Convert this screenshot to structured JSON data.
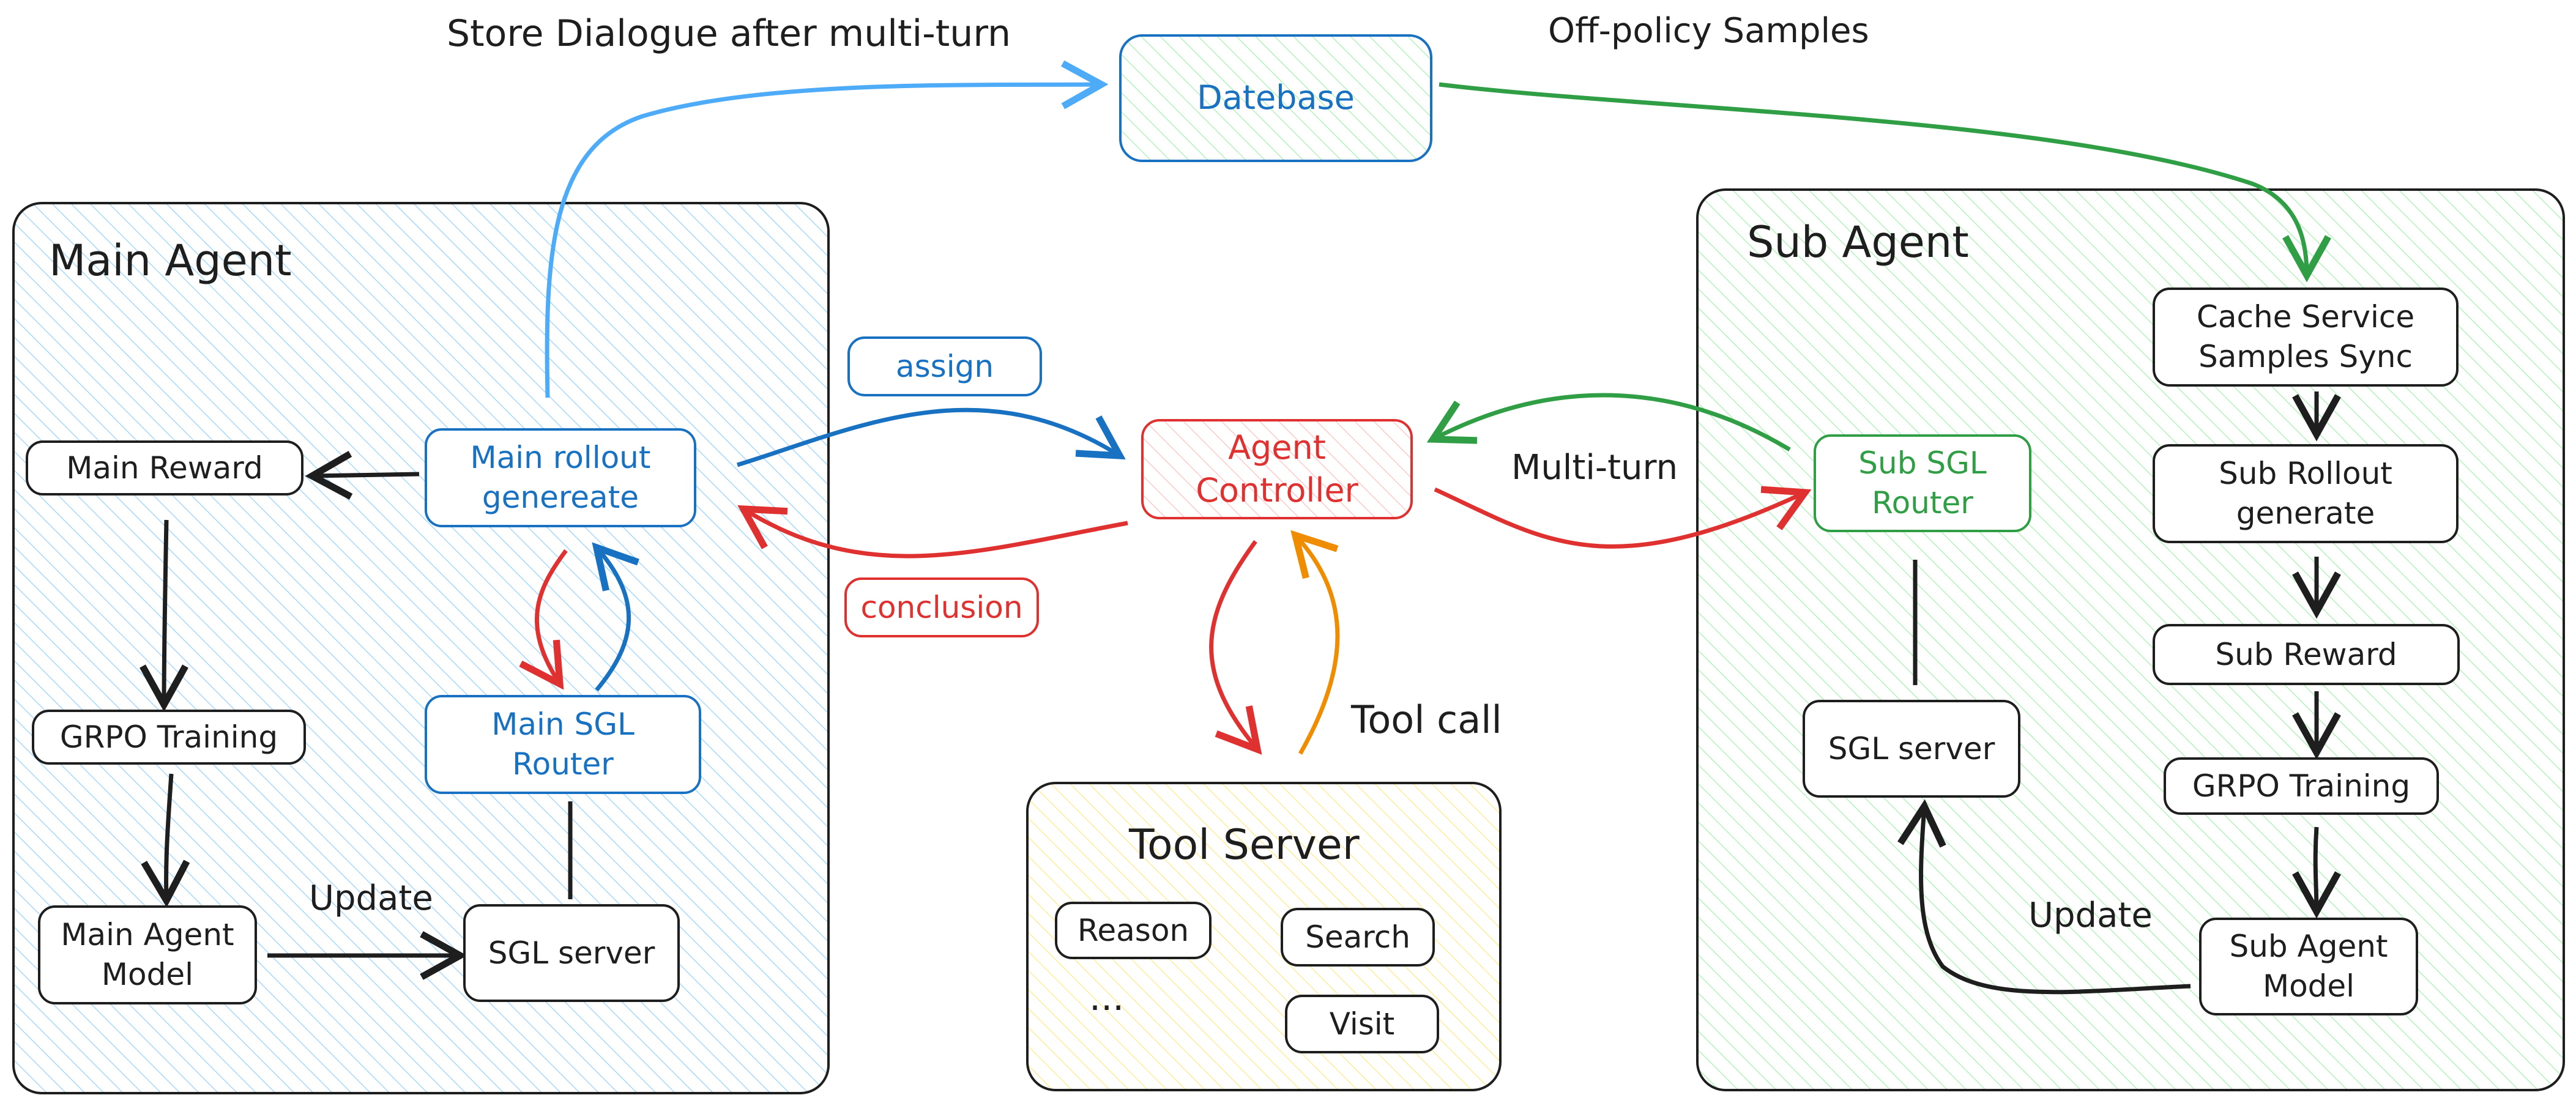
{
  "labels": {
    "store_dialogue": "Store Dialogue after multi-turn",
    "off_policy": "Off-policy Samples",
    "multi_turn": "Multi-turn",
    "tool_call": "Tool call",
    "update_main": "Update",
    "update_sub": "Update"
  },
  "database": "Datebase",
  "main_agent": {
    "title": "Main Agent",
    "reward": "Main Reward",
    "rollout": "Main rollout\ngenereate",
    "grpo": "GRPO Training",
    "router": "Main SGL\nRouter",
    "model": "Main Agent\nModel",
    "sgl_server": "SGL server"
  },
  "controller": {
    "assign": "assign",
    "conclusion": "conclusion",
    "agent_controller": "Agent\nController"
  },
  "tool_server": {
    "title": "Tool Server",
    "reason": "Reason",
    "search": "Search",
    "ellipsis": "...",
    "visit": "Visit"
  },
  "sub_agent": {
    "title": "Sub Agent",
    "cache": "Cache Service\nSamples Sync",
    "router": "Sub SGL\nRouter",
    "rollout": "Sub Rollout\ngenerate",
    "sgl_server": "SGL server",
    "reward": "Sub Reward",
    "grpo": "GRPO Training",
    "model": "Sub Agent\nModel"
  },
  "colors": {
    "main_fill": "#d0ebff",
    "sub_fill": "#d3f9d8",
    "tool_fill": "#fff3bf",
    "db_fill": "#ebfbee",
    "blue": "#1971c2",
    "light_blue": "#4dabf7",
    "red": "#e03131",
    "green": "#2f9e44",
    "orange": "#f08c00",
    "black": "#1e1e1e"
  }
}
